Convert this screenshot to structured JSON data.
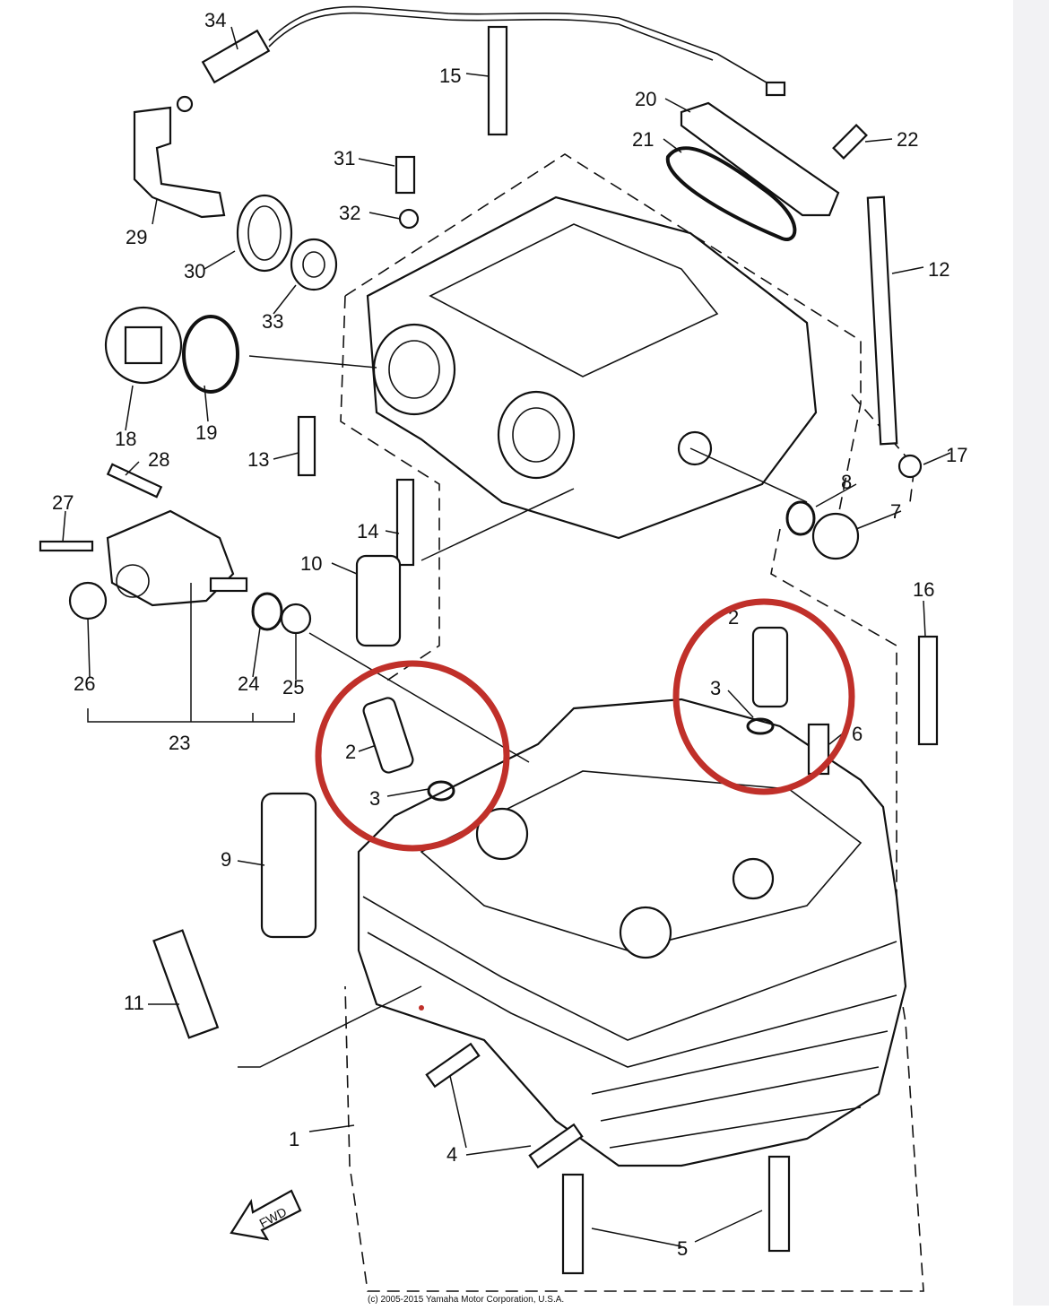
{
  "colors": {
    "highlight": "#c0302a",
    "line": "#111111",
    "background": "#ffffff",
    "strip": "#f2f2f4"
  },
  "callouts": {
    "p1": "1",
    "p2a": "2",
    "p2b": "2",
    "p3a": "3",
    "p3b": "3",
    "p4": "4",
    "p5": "5",
    "p6": "6",
    "p7": "7",
    "p8": "8",
    "p9": "9",
    "p10": "10",
    "p11": "11",
    "p12": "12",
    "p13": "13",
    "p14": "14",
    "p15": "15",
    "p16": "16",
    "p17": "17",
    "p18": "18",
    "p19": "19",
    "p20": "20",
    "p21": "21",
    "p22": "22",
    "p23": "23",
    "p24": "24",
    "p25": "25",
    "p26": "26",
    "p27": "27",
    "p28": "28",
    "p29": "29",
    "p30": "30",
    "p31": "31",
    "p32": "32",
    "p33": "33",
    "p34": "34"
  },
  "fwd_label": "FWD",
  "copyright": "(c) 2005-2015 Yamaha Motor Corporation, U.S.A."
}
